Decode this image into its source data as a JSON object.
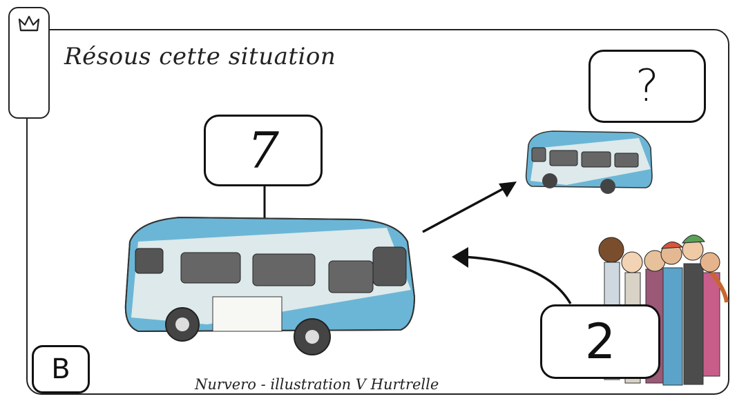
{
  "title": "Résous cette situation",
  "initial_count": "7",
  "unknown": "?",
  "change_count": "2",
  "card_letter": "B",
  "credit": "Nurvero - illustration V Hurtrelle",
  "icons": {
    "corner": "crown-icon",
    "big_bus": "bus-illustration",
    "small_bus": "bus-illustration",
    "group": "children-group-illustration"
  },
  "colors": {
    "bus_blue": "#6bb6d6",
    "bus_white": "#f4f4f0",
    "outline": "#222222"
  }
}
